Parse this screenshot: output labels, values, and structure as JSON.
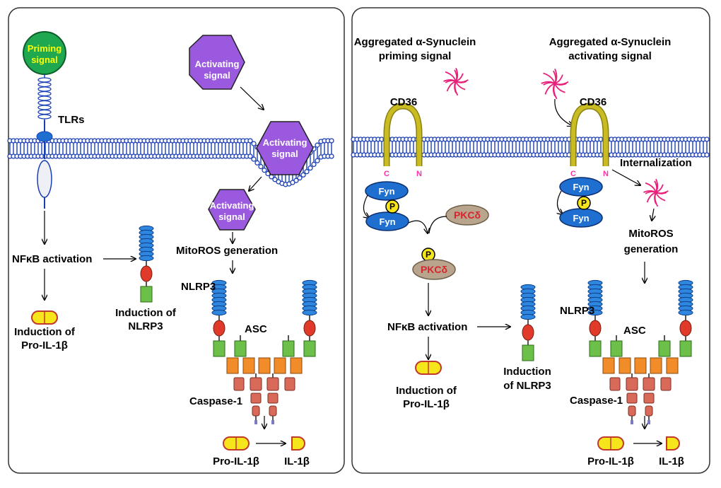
{
  "left": {
    "priming_signal": [
      "Priming",
      "signal"
    ],
    "tlrs": "TLRs",
    "activating_signal_top": [
      "Activating",
      "signal"
    ],
    "activating_signal_membrane": [
      "Activating",
      "signal"
    ],
    "activating_signal_inside": [
      "Activating",
      "signal"
    ],
    "mitoros": "MitoROS generation",
    "nfkb": "NFκB activation",
    "induction_nlrp3": [
      "Induction of",
      "NLRP3"
    ],
    "induction_pro_il1b": [
      "Induction of",
      "Pro-IL-1β"
    ],
    "nlrp3": "NLRP3",
    "asc": "ASC",
    "caspase1": "Caspase-1",
    "pro_il1b": "Pro-IL-1β",
    "il1b": "IL-1β"
  },
  "right": {
    "priming_title": [
      "Aggregated α-Synuclein",
      "priming signal"
    ],
    "activating_title": [
      "Aggregated α-Synuclein",
      "activating signal"
    ],
    "cd36_left": "CD36",
    "cd36_right": "CD36",
    "c_left": "C",
    "n_left": "N",
    "c_right": "C",
    "n_right": "N",
    "internalization": "Internalization",
    "fyn": "Fyn",
    "phospho": "P",
    "pkc": "PKCδ",
    "mitoros": [
      "MitoROS",
      "generation"
    ],
    "nfkb": "NFκB activation",
    "induction_nlrp3": [
      "Induction",
      "of NLRP3"
    ],
    "induction_pro_il1b": [
      "Induction of",
      "Pro-IL-1β"
    ],
    "nlrp3": "NLRP3",
    "asc": "ASC",
    "caspase1": "Caspase-1",
    "pro_il1b": "Pro-IL-1β",
    "il1b": "IL-1β"
  },
  "colors": {
    "membrane": "#1a3fb5",
    "hexagon": "#9b59e0",
    "priming": "#1fa84f",
    "nlrp3_lrr": "#2e86de",
    "nlrp3_nacht": "#e03a2a",
    "pyd": "#6cc04a",
    "card": "#f28c28",
    "caspase": "#d96a5a",
    "pill": "#f6e51b",
    "pill_border": "#c0392b",
    "cd36": "#b5a81a",
    "fyn": "#1f6fd1",
    "pkc": "#b9a58d",
    "pkc_text": "#d9232d",
    "synuclein": "#e8207a",
    "terminus": "#ff2ea6"
  }
}
